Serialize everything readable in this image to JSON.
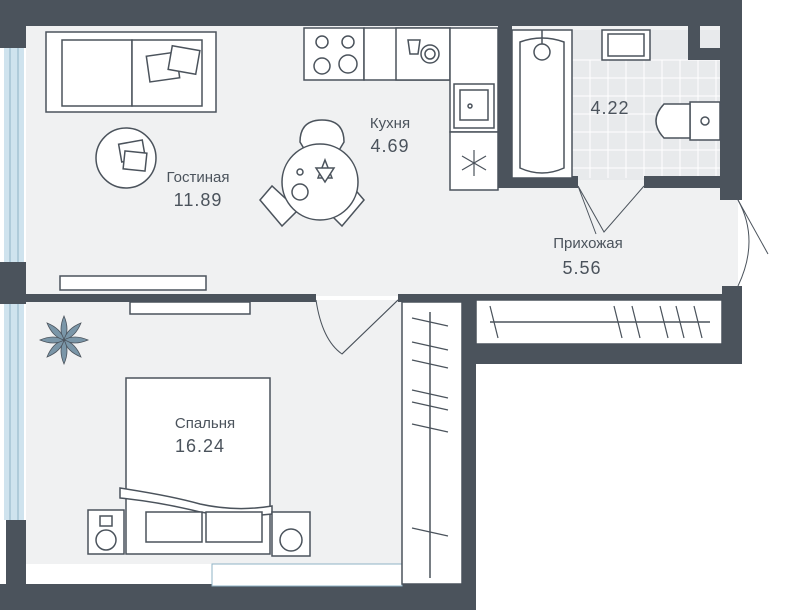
{
  "colors": {
    "wall": "#4b535c",
    "floor": "#f0f1f2",
    "tile": "#e8eaec",
    "furniture_stroke": "#4b535c",
    "furniture_fill": "#ffffff",
    "plant": "#7a96a8",
    "window": "#cfe3ee"
  },
  "rooms": [
    {
      "id": "living",
      "name": "Гостиная",
      "area": "11.89"
    },
    {
      "id": "kitchen",
      "name": "Кухня",
      "area": "4.69"
    },
    {
      "id": "bathroom",
      "name": "",
      "area": "4.22"
    },
    {
      "id": "hallway",
      "name": "Прихожая",
      "area": "5.56"
    },
    {
      "id": "bedroom",
      "name": "Спальня",
      "area": "16.24"
    }
  ],
  "icons": [
    "sofa-icon",
    "coffee-table-icon",
    "dining-table-icon",
    "stove-icon",
    "dishwasher-icon",
    "kitchen-sink-icon",
    "fridge-icon",
    "bathtub-icon",
    "bathroom-sink-icon",
    "toilet-icon",
    "bed-icon",
    "nightstand-icon",
    "plant-icon",
    "tv-stand-icon",
    "wardrobe-icon",
    "door-icon",
    "window-icon"
  ]
}
